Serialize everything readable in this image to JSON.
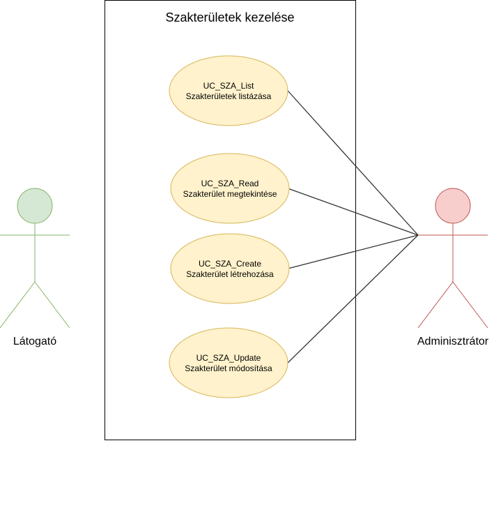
{
  "system": {
    "title": "Szakterületek kezelése"
  },
  "use_cases": [
    {
      "id": "UC_SZA_List",
      "description": "Szakterületek listázása"
    },
    {
      "id": "UC_SZA_Read",
      "description": "Szakterület megtekintése"
    },
    {
      "id": "UC_SZA_Create",
      "description": "Szakterület létrehozása"
    },
    {
      "id": "UC_SZA_Update",
      "description": "Szakterület módosítása"
    }
  ],
  "actors": {
    "visitor": {
      "label": "Látogató",
      "fill": "#d5e8d4",
      "stroke": "#82b366"
    },
    "admin": {
      "label": "Adminisztrátor",
      "fill": "#f8cecc",
      "stroke": "#b85450"
    }
  },
  "colors": {
    "use_case_fill": "#fff2cc",
    "use_case_stroke": "#d6b656",
    "association": "#333333",
    "boundary": "#000000"
  }
}
